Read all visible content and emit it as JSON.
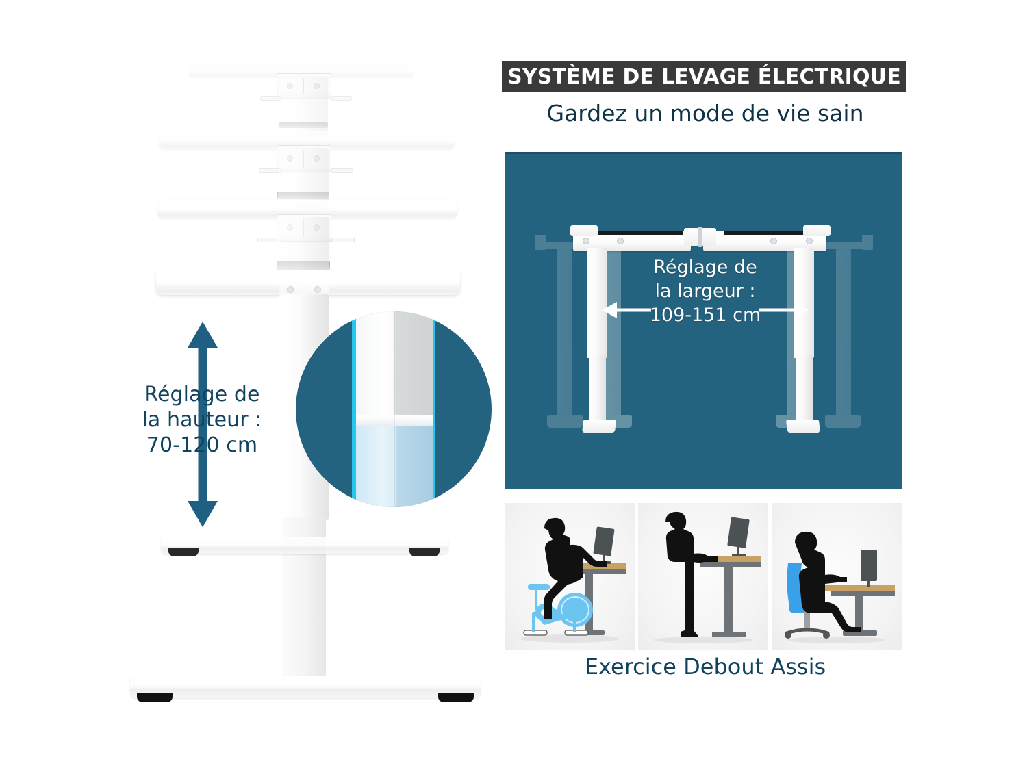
{
  "header": {
    "title": "SYSTÈME DE LEVAGE ÉLECTRIQUE",
    "subtitle": "Gardez un mode de vie sain",
    "bar_color": "#3a3a3a",
    "title_color": "#ffffff",
    "subtitle_color": "#0e3246"
  },
  "left_panel": {
    "name": "height-adjustment-illustration",
    "height_label_lines": [
      "Réglage de",
      "la hauteur :",
      "70-120 cm"
    ],
    "height_label_text": "Réglage de la hauteur : 70-120 cm",
    "height_range": "70-120 cm",
    "height_min_cm": 70,
    "height_max_cm": 120,
    "arrow_color": "#1f5f82",
    "text_color": "#12435e",
    "stack_positions": 4,
    "callout": {
      "name": "column-closeup",
      "description": "telescoping column close-up",
      "circle_color": "#24637f",
      "highlight_color": "#27c6ef"
    }
  },
  "blue_panel": {
    "name": "width-adjustment-illustration",
    "background": "#24637f",
    "width_label_lines": [
      "Réglage de",
      "la largeur :",
      "109-151 cm"
    ],
    "width_label_text": "Réglage de la largeur : 109-151 cm",
    "width_range": "109-151 cm",
    "width_min_cm": 109,
    "width_max_cm": 151,
    "text_color": "#ffffff",
    "ghost_positions": 2
  },
  "thumbnails": {
    "caption": "Exercice Debout Assis",
    "caption_color": "#12435e",
    "items": [
      {
        "name": "thumb-exercise-bike",
        "label": "Exercice",
        "posture": "cycling at desk",
        "accent": "#4aa8e0"
      },
      {
        "name": "thumb-standing",
        "label": "Debout",
        "posture": "standing at raised desk",
        "accent": "#6b7176"
      },
      {
        "name": "thumb-sitting",
        "label": "Assis",
        "posture": "sitting in chair at desk",
        "accent": "#3aa0e8"
      }
    ]
  }
}
